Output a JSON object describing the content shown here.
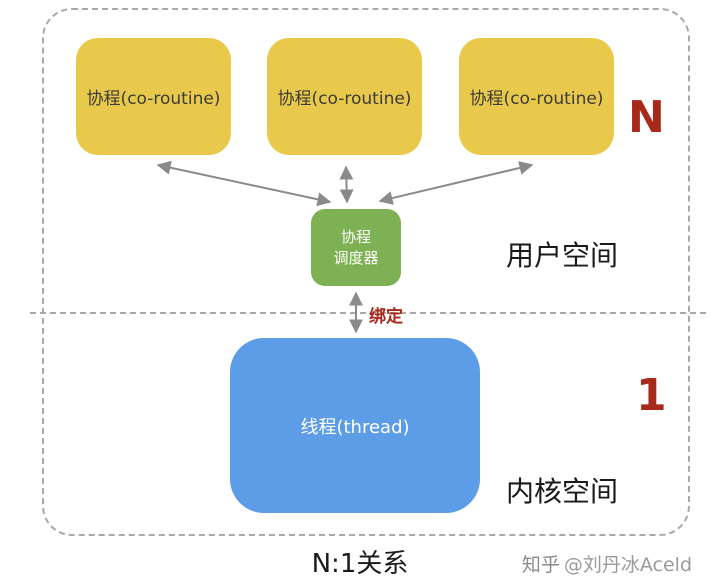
{
  "colors": {
    "coroutine_yellow": "#E9C94C",
    "scheduler_green": "#7DB153",
    "thread_blue": "#5D9CE6",
    "accent_red": "#A8281A",
    "arrow_gray": "#8A8A8A",
    "border_gray": "#A9A9A9"
  },
  "diagram": {
    "coroutines": [
      {
        "label": "协程(co-routine)"
      },
      {
        "label": "协程(co-routine)"
      },
      {
        "label": "协程(co-routine)"
      }
    ],
    "multiplicity_top": "N",
    "multiplicity_bottom": "1",
    "scheduler": {
      "line1": "协程",
      "line2": "调度器"
    },
    "bind_label": "绑定",
    "user_space_label": "用户空间",
    "kernel_space_label": "内核空间",
    "thread_label": "线程(thread)"
  },
  "caption": "N:1关系",
  "watermark": {
    "brand": "知乎",
    "handle": "@刘丹冰Aceld"
  }
}
